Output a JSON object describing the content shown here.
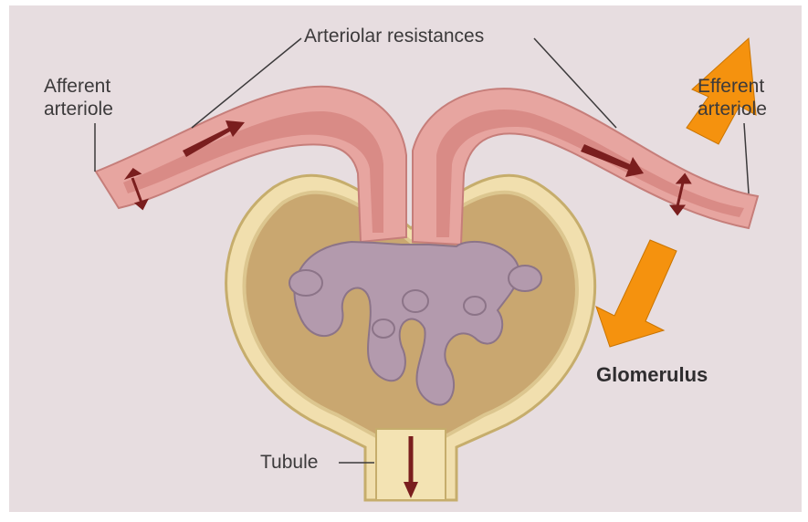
{
  "labels": {
    "arteriolar_resistances": "Arteriolar resistances",
    "afferent_line1": "Afferent",
    "afferent_line2": "arteriole",
    "efferent_line1": "Efferent",
    "efferent_line2": "arteriole",
    "tubule": "Tubule",
    "glomerulus": "Glomerulus"
  },
  "colors": {
    "background": "#e7dde0",
    "vessel": "#e7a5a0",
    "vessel_lumen": "#d98b86",
    "capsule": "#f1dfae",
    "capsule_space": "#c9a770",
    "capillary": "#b39aad",
    "flow_arrow": "#7a1e1e",
    "overlay_arrow": "#f5920e"
  },
  "icons": {
    "overlay_up": "arrow-up-right-icon",
    "overlay_down": "arrow-down-left-icon"
  }
}
